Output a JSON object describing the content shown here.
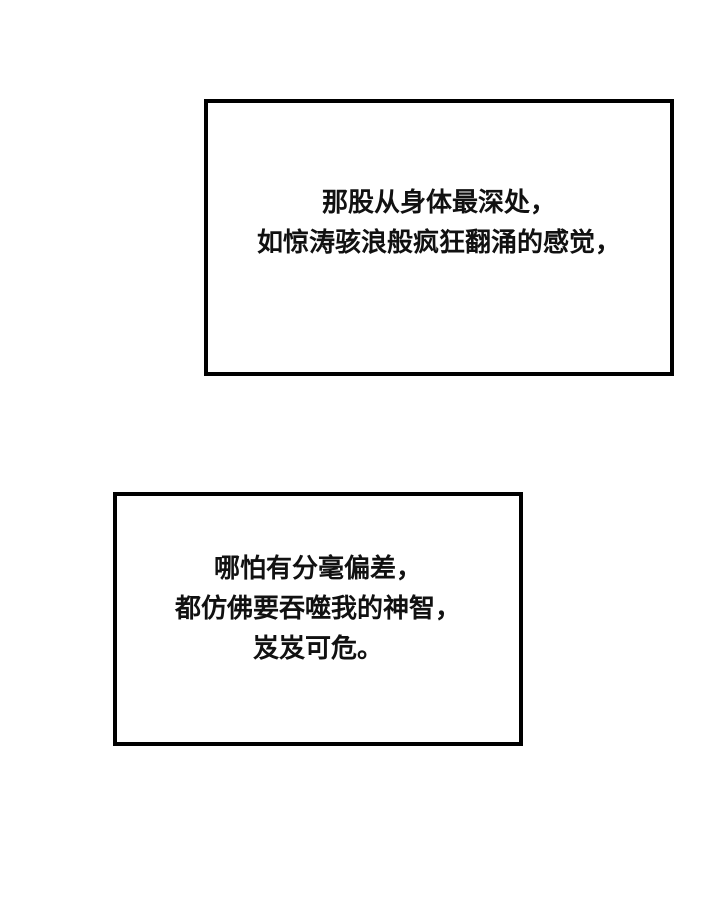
{
  "captions": [
    {
      "lines": [
        "那股从身体最深处，",
        "如惊涛骇浪般疯狂翻涌的感觉，"
      ]
    },
    {
      "lines": [
        "哪怕有分毫偏差，",
        "都仿佛要吞噬我的神智，",
        "岌岌可危。"
      ]
    }
  ]
}
